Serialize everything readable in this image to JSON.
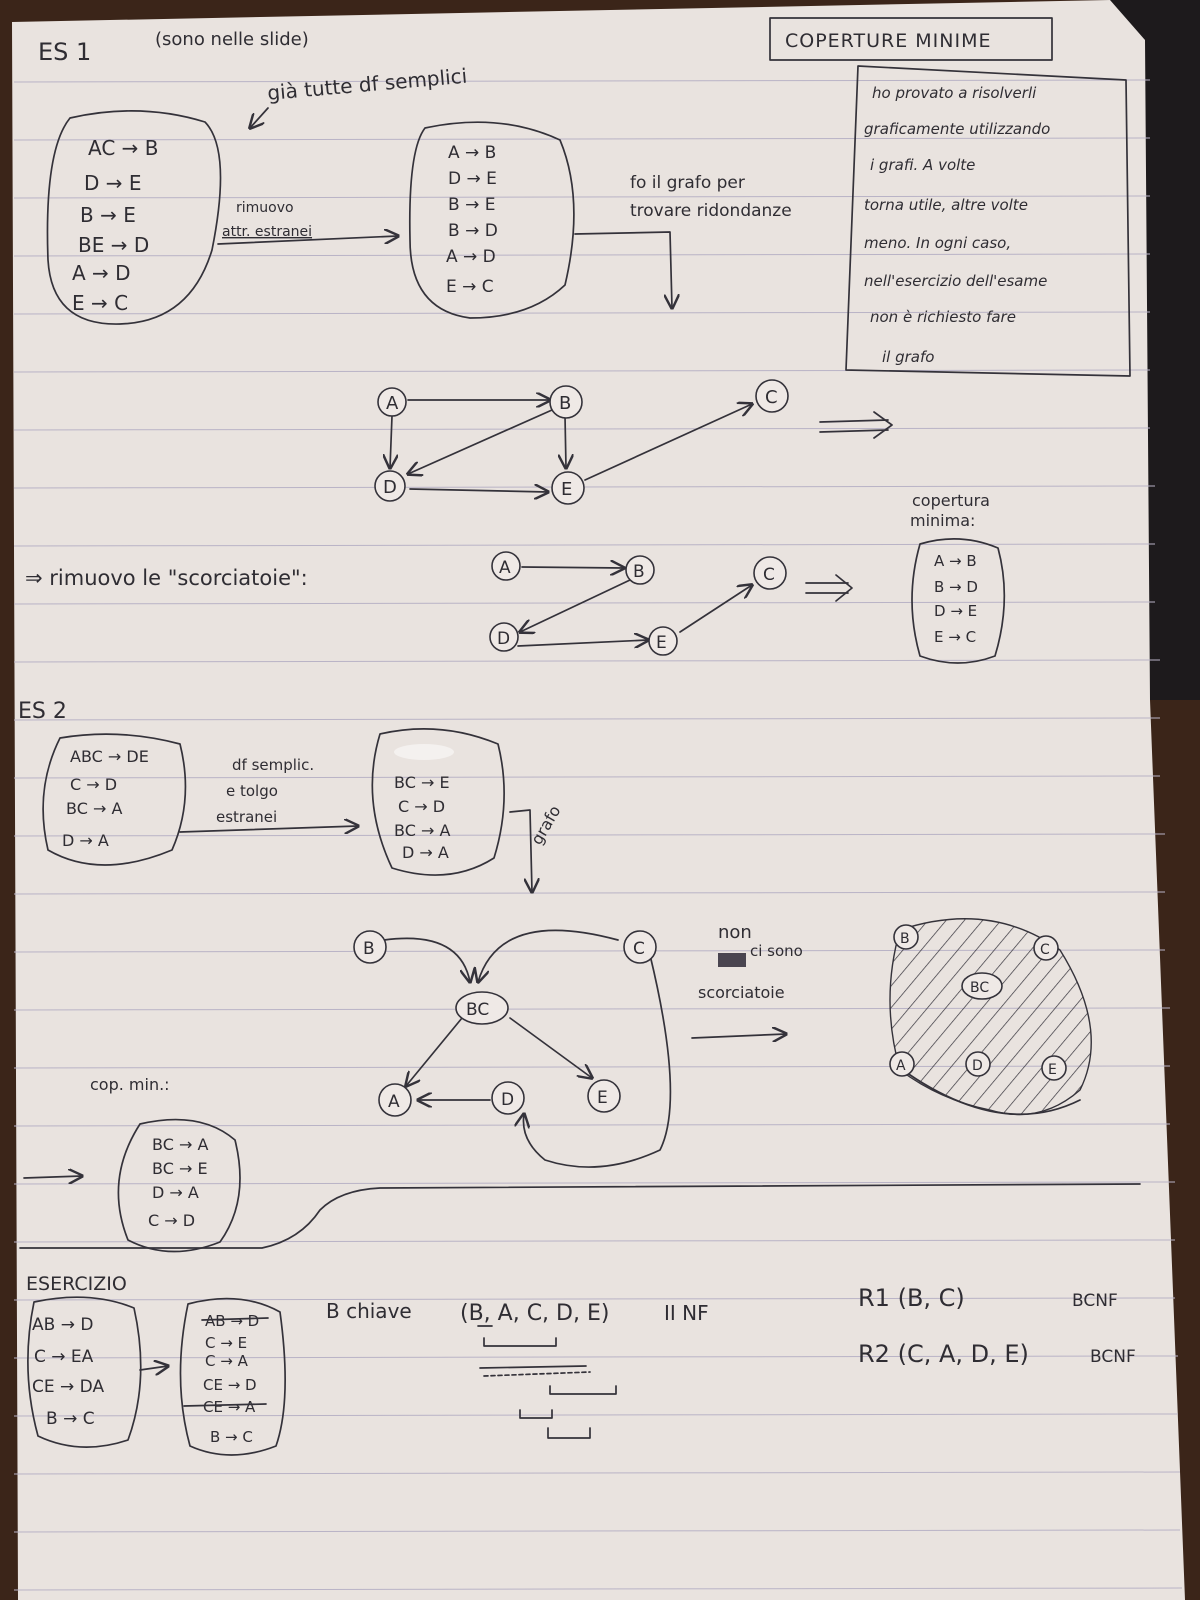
{
  "page_title": "COPERTURE MINIME",
  "note": [
    "ho provato a risolverli",
    "graficamente utilizzando",
    "i grafi. A volte",
    "torna utile, altre volte",
    "meno. In ogni caso,",
    "nell'esercizio dell'esame",
    "non è richiesto fare",
    "il grafo"
  ],
  "es1": {
    "heading": "ES 1",
    "source": "(sono nelle slide)",
    "remark": "già tutte df semplici",
    "set1": [
      "AC → B",
      "D → E",
      "B → E",
      "BE → D",
      "A → D",
      "E → C"
    ],
    "arrow1": [
      "rimuovo",
      "attr. estranei"
    ],
    "set2": [
      "A → B",
      "D → E",
      "B → E",
      "B → D",
      "A → D",
      "E → C"
    ],
    "arrow2": [
      "fo il grafo per",
      "trovare ridondanze"
    ],
    "nodes": [
      "A",
      "B",
      "C",
      "D",
      "E"
    ],
    "shortcut_label": "⇒ rimuovo le \"scorciatoie\":",
    "min_cover_label": [
      "copertura",
      "minima:"
    ],
    "min_cover": [
      "A → B",
      "B → D",
      "D → E",
      "E → C"
    ]
  },
  "es2": {
    "heading": "ES 2",
    "set1": [
      "ABC → DE",
      "C → D",
      "BC → A",
      "D → A"
    ],
    "arrow1": [
      "df semplic.",
      "e tolgo",
      "estranei"
    ],
    "set2": [
      "BC → E",
      "C → D",
      "BC → A",
      "D → A"
    ],
    "graph_label": "grafo",
    "nodes": [
      "B",
      "C",
      "BC",
      "A",
      "D",
      "E"
    ],
    "no_shortcut": [
      "non",
      "ci sono",
      "scorciatoie"
    ],
    "min_cover_label": "cop. min.:",
    "min_cover": [
      "BC → A",
      "BC → E",
      "D → A",
      "C → D"
    ]
  },
  "esercizio": {
    "heading": "ESERCIZIO",
    "set1": [
      "AB → D",
      "C → EA",
      "CE → DA",
      "B → C"
    ],
    "set2": [
      "AB → D",
      "C → E",
      "C → A",
      "CE → D",
      "CE → A",
      "B → C"
    ],
    "key_text": "B chiave",
    "relation": "(B, A, C, D, E)",
    "nf": "II NF",
    "r1": "R1 (B, C)",
    "r1_nf": "BCNF",
    "r2": "R2 (C, A, D, E)",
    "r2_nf": "BCNF"
  }
}
